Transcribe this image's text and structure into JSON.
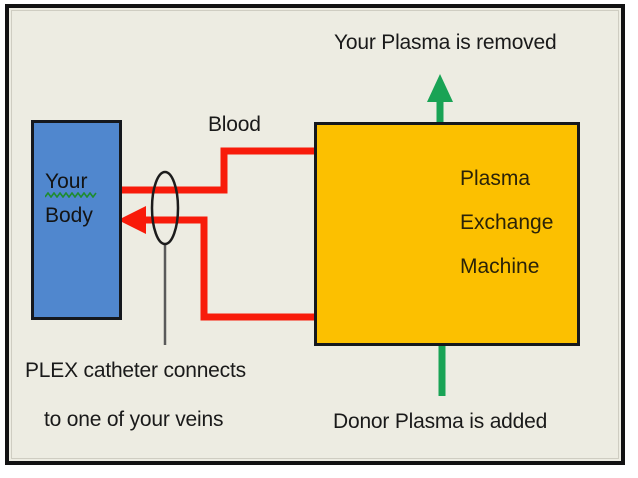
{
  "diagram": {
    "title": "Plasma Exchange (PLEX) circuit diagram",
    "background_color": "#edece2",
    "frame_color": "#121212",
    "body_box": {
      "line1": "Your",
      "line2": "Body",
      "fill_color": "#5087ce",
      "border_color": "#15181d",
      "spellcheck_underline_color": "#1e8c2e"
    },
    "machine_box": {
      "line1": "Plasma",
      "line2": "Exchange",
      "line3": "Machine",
      "fill_color": "#fcc000",
      "border_color": "#15181d"
    },
    "labels": {
      "blood": "Blood",
      "plasma_removed": "Your Plasma  is removed",
      "donor_plasma_added": "Donor Plasma  is added",
      "catheter_line1": "PLEX catheter connects",
      "catheter_line2": "to one of your veins"
    },
    "flows": {
      "blood_color": "#f81b0a",
      "plasma_color": "#19a355",
      "catheter_color": "#5a5a5a",
      "blood_direction": "body to machine and back",
      "removed_direction": "up and out of machine",
      "added_direction": "up then left into machine"
    }
  }
}
